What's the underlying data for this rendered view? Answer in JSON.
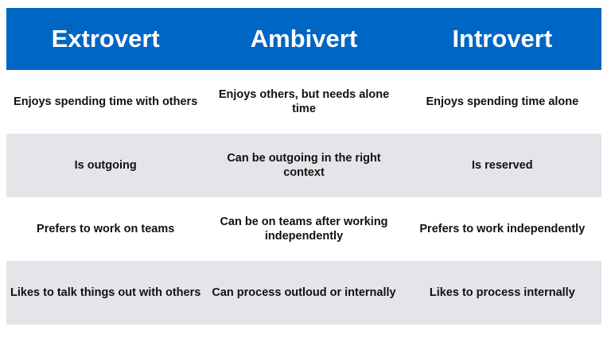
{
  "table": {
    "header_color": "#0066c4",
    "alt_row_color": "#e4e5e8",
    "columns": [
      "Extrovert",
      "Ambivert",
      "Introvert"
    ],
    "rows": [
      [
        "Enjoys spending time with others",
        "Enjoys others, but needs alone time",
        "Enjoys spending time alone"
      ],
      [
        "Is outgoing",
        "Can be outgoing in the right context",
        "Is reserved"
      ],
      [
        "Prefers to work on teams",
        "Can be on teams after working independently",
        "Prefers to work independently"
      ],
      [
        "Likes to talk things out with others",
        "Can process outloud or internally",
        "Likes to process internally"
      ]
    ]
  }
}
